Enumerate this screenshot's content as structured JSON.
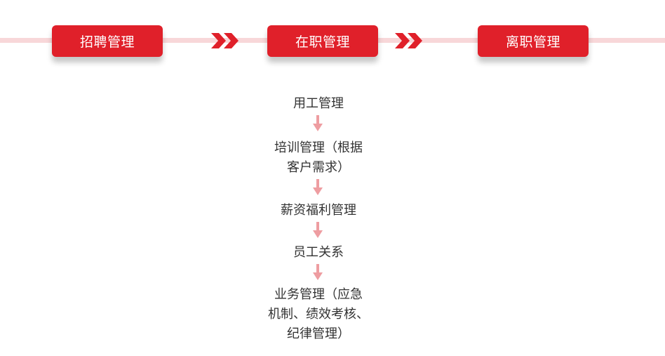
{
  "stages": [
    {
      "label": "招聘管理"
    },
    {
      "label": "在职管理"
    },
    {
      "label": "离职管理"
    }
  ],
  "steps": [
    {
      "label": "用工管理"
    },
    {
      "label": "培训管理（根据\n客户需求）"
    },
    {
      "label": "薪资福利管理"
    },
    {
      "label": "员工关系"
    },
    {
      "label": "业务管理（应急\n机制、绩效考核、\n纪律管理）"
    }
  ],
  "colors": {
    "primary": "#e0202a",
    "track": "#f8d7d9",
    "arrow": "#ee9da1",
    "text": "#333333"
  },
  "icons": {
    "stage_connector": "double-chevron-right-icon",
    "step_connector": "down-arrow-icon"
  }
}
